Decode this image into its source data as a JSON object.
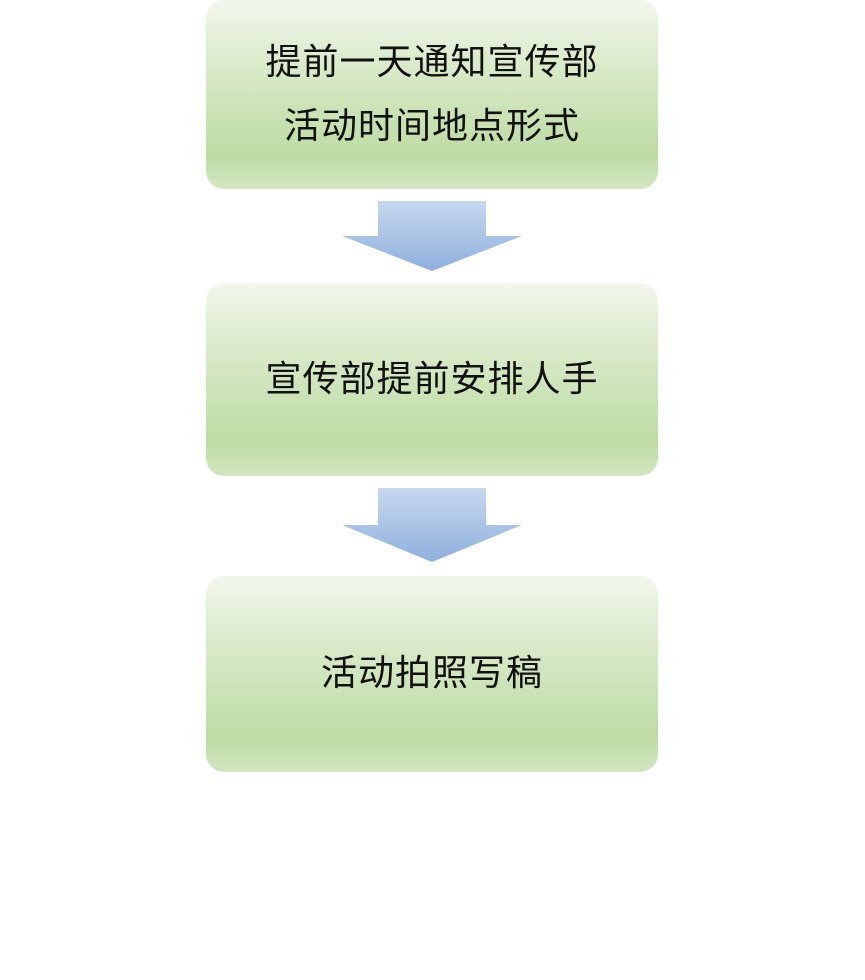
{
  "flow": {
    "steps": [
      {
        "lines": [
          "提前一天通知宣传部",
          "活动时间地点形式"
        ]
      },
      {
        "lines": [
          "宣传部提前安排人手"
        ]
      },
      {
        "lines": [
          "活动拍照写稿"
        ]
      }
    ],
    "arrow_color_top": "#c3d6ee",
    "arrow_color_bottom": "#92b1dc",
    "box_color_top": "#f2f7ec",
    "box_color_bottom": "#bedca4"
  }
}
